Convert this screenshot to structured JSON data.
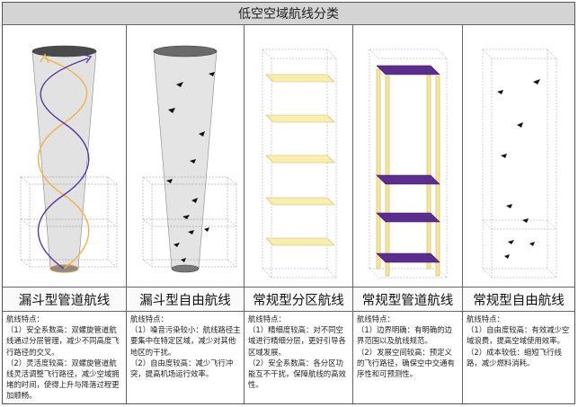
{
  "title": "低空空域航线分类",
  "columns": [
    {
      "title": "漏斗型管道航线",
      "heading": "航线特点：",
      "items": [
        "（1）安全系数高：双螺旋管道航线通过分层管理，减少不同高度飞行路径的交叉。",
        "（2）灵活度较高：双螺旋管道航线灵活调整飞行路径，减少空域拥堵的时间，使得上升与降落过程更加顺畅。"
      ]
    },
    {
      "title": "漏斗型自由航线",
      "heading": "航线特点：",
      "items": [
        "（1）噪音污染较小：航线路径主要集中在特定区域，减少对其他地区的干扰。",
        "（2）自由度较高：减少飞行冲突，提高机场运行效率。"
      ]
    },
    {
      "title": "常规型分区航线",
      "heading": "航线特点：",
      "items": [
        "（1）精细度较高：对不同空域进行精细分层，更好引导各区域发展。",
        "（2）安全系数高：各分区功能互不干扰，保障航线的高效性。"
      ]
    },
    {
      "title": "常规型管道航线",
      "heading": "航线特点：",
      "items": [
        "（1）边界明确：有明确的边界范围以及航线规范。",
        "（2）发展空间较高：预定义的飞行路径，确保空中交通有序性和可预测性。"
      ]
    },
    {
      "title": "常规型自由航线",
      "heading": "航线特点：",
      "items": [
        "（1）自由度较高：有效减少空域浪费，提高空域使用效率。",
        "（2）成本较低：缩短飞行线路，减少燃料消耗。"
      ]
    }
  ],
  "colors": {
    "title_bar": "#d4d4d4",
    "helix_orange": "#f0b050",
    "helix_purple": "#5a3a9a",
    "layer_yellow": "#f7eeb0",
    "layer_purple": "#5b2d8c",
    "pillar_yellow": "#f5e6a0",
    "funnel_gray": "#d9d9d9"
  }
}
